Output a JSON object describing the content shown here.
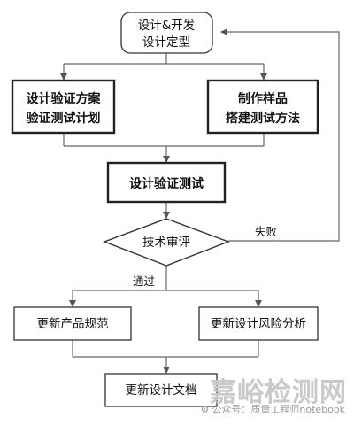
{
  "flowchart": {
    "start": {
      "line1": "设计&开发",
      "line2": "设计定型"
    },
    "left_plan": {
      "line1": "设计验证方案",
      "line2": "验证测试计划"
    },
    "right_plan": {
      "line1": "制作样品",
      "line2": "搭建测试方法"
    },
    "verify_test": "设计验证测试",
    "review": "技术审评",
    "fail_label": "失败",
    "pass_label": "通过",
    "update_spec": "更新产品规范",
    "update_risk": "更新设计风险分析",
    "update_doc": "更新设计文档"
  },
  "watermark": {
    "brand": "嘉峪检测网",
    "account_prefix": "公众号：",
    "account_name": "质量工程师notebook"
  }
}
